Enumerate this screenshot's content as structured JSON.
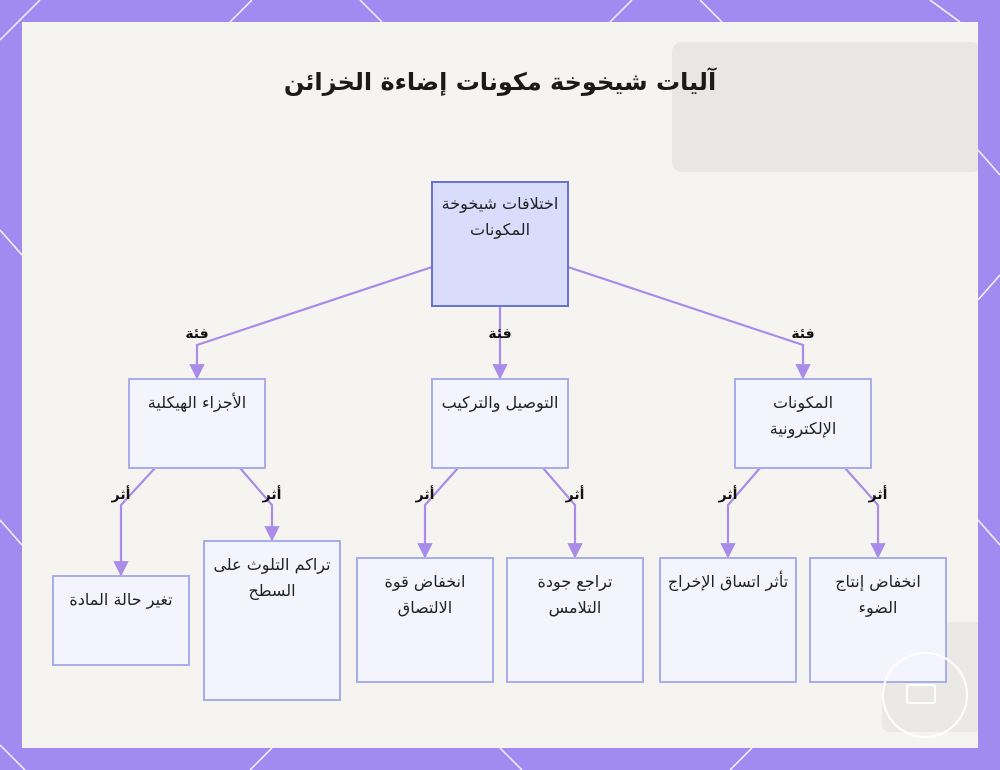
{
  "title": "آليات شيخوخة مكونات إضاءة الخزائن",
  "root": {
    "label": "اختلافات شيخوخة المكونات"
  },
  "edge_label_category": "فئة",
  "edge_label_effect": "أثر",
  "categories": [
    {
      "label": "الأجزاء الهيكلية"
    },
    {
      "label": "التوصيل والتركيب"
    },
    {
      "label": "المكونات الإلكترونية"
    }
  ],
  "effects": [
    {
      "label": "تغير حالة المادة"
    },
    {
      "label": "تراكم التلوث على السطح"
    },
    {
      "label": "انخفاض قوة الالتصاق"
    },
    {
      "label": "تراجع جودة التلامس"
    },
    {
      "label": "تأثر اتساق الإخراج"
    },
    {
      "label": "انخفاض إنتاج الضوء"
    }
  ],
  "colors": {
    "frame": "#a28bf0",
    "edge": "#a98be8",
    "node_fill": "#f3f4fd",
    "node_border": "#a8aeea",
    "root_fill": "#d9dcfb",
    "root_border": "#6b74d4"
  }
}
